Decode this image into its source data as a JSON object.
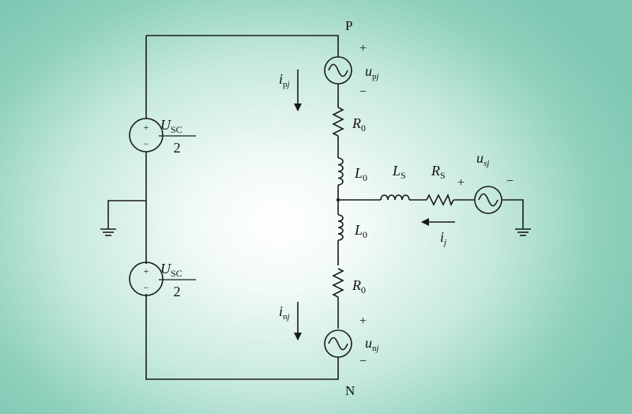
{
  "nodes": {
    "p": "P",
    "n": "N"
  },
  "dc_sources": {
    "upper": {
      "symbol": "U",
      "sub": "SC",
      "denominator": "2",
      "plus": "+",
      "minus": "−"
    },
    "lower": {
      "symbol": "U",
      "sub": "SC",
      "denominator": "2",
      "plus": "+",
      "minus": "−"
    }
  },
  "upper_arm": {
    "source": {
      "symbol": "u",
      "sub": "p",
      "sub_italic": "j",
      "plus": "+",
      "minus": "−"
    },
    "current": {
      "symbol": "i",
      "sub": "p",
      "sub_italic": "j"
    },
    "resistor": {
      "symbol": "R",
      "sub": "0"
    },
    "inductor": {
      "symbol": "L",
      "sub": "0"
    }
  },
  "lower_arm": {
    "source": {
      "symbol": "u",
      "sub": "n",
      "sub_italic": "j",
      "plus": "+",
      "minus": "−"
    },
    "current": {
      "symbol": "i",
      "sub": "n",
      "sub_italic": "j"
    },
    "resistor": {
      "symbol": "R",
      "sub": "0"
    },
    "inductor": {
      "symbol": "L",
      "sub": "0"
    }
  },
  "ac_side": {
    "inductor": {
      "symbol": "L",
      "sub": "S"
    },
    "resistor": {
      "symbol": "R",
      "sub": "S"
    },
    "source": {
      "symbol": "u",
      "sub": "sj",
      "plus": "+",
      "minus": "−"
    },
    "current": {
      "symbol": "i",
      "sub": "j"
    }
  },
  "colors": {
    "wire": "#1a1a1a",
    "background_edge": "#7fc8b3",
    "background_center": "#ffffff"
  }
}
